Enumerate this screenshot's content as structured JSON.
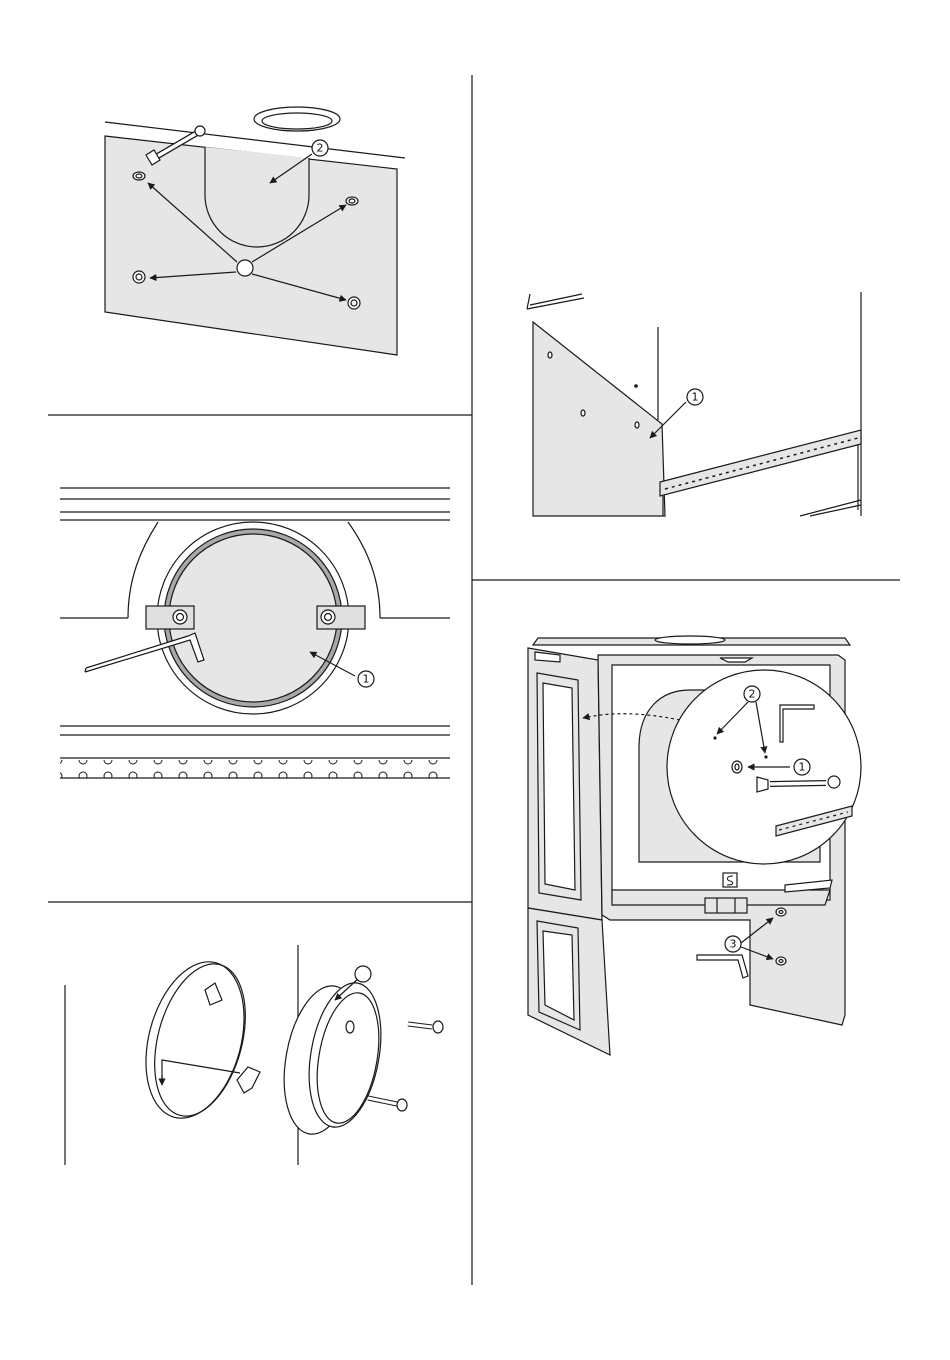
{
  "page": {
    "background": "#ffffff",
    "line_color": "#1a1a1a",
    "fill_light": "#e6e6e6",
    "fill_mid": "#cfcfcf"
  },
  "panel_top_left": {
    "callout_2": "2"
  },
  "panel_top_right": {
    "callout_1": "1"
  },
  "panel_middle_left": {
    "callout_1": "1"
  },
  "panel_stove": {
    "callout_1": "1",
    "callout_2": "2",
    "callout_3": "3"
  },
  "icons": [
    "wrench-icon",
    "hex-key-icon",
    "bolt-icon",
    "screw-icon",
    "brand-logo-icon"
  ]
}
